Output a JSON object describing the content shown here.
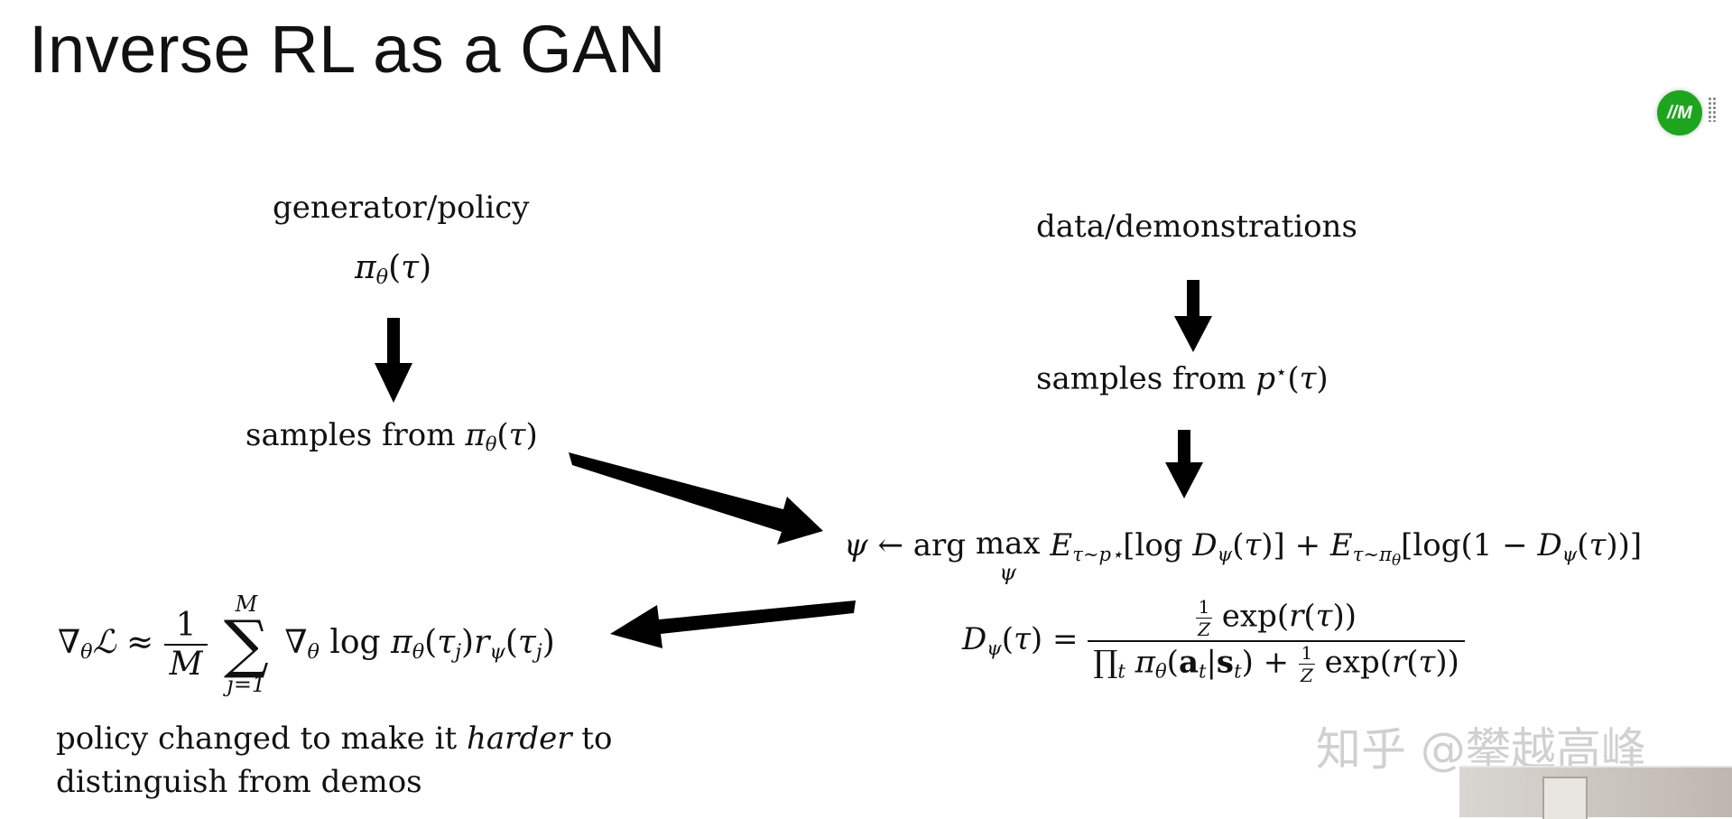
{
  "slide": {
    "title": "Inverse RL as a GAN",
    "generator_label": "generator/policy",
    "generator_math": "πθ(τ)",
    "samples_policy_prefix": "samples from ",
    "samples_policy_math": "πθ(τ)",
    "data_label": "data/demonstrations",
    "samples_data_prefix": "samples from ",
    "samples_data_math": "p*(τ)",
    "psi_update": "ψ ← arg max_ψ E_{τ∼p*}[log Dψ(τ)] + E_{τ∼πθ}[log(1 − Dψ(τ))]",
    "discriminator": "Dψ(τ) = (1/Z) exp(r(τ)) / ( ∏_t πθ(a_t|s_t) + (1/Z) exp(r(τ)) )",
    "gradient": "∇θL ≈ (1/M) Σ_{j=1}^{M} ∇θ log πθ(τj) rψ(τj)",
    "caption_line1_a": "policy changed to make it ",
    "caption_line1_em": "harder",
    "caption_line1_b": " to",
    "caption_line2": "distinguish from demos"
  },
  "overlay": {
    "plugin_badge_text": "//M",
    "plugin_badge_color": "#1ea51e",
    "watermark_text": "知乎 @攀越高峰"
  }
}
